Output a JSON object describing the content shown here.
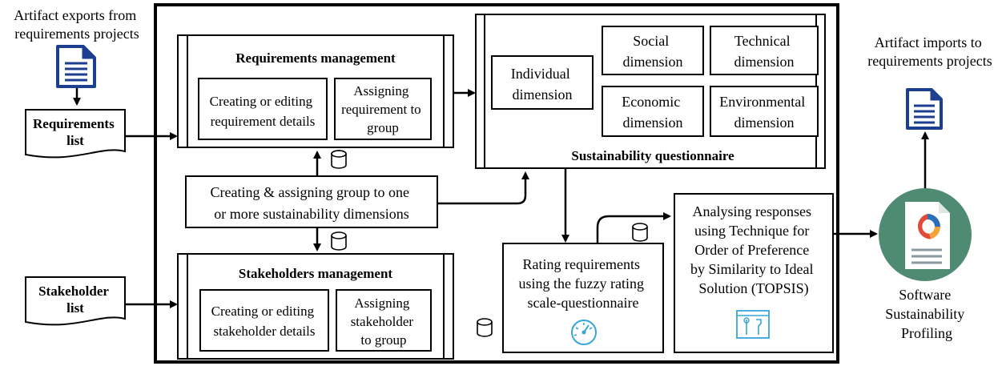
{
  "inputs": {
    "artifact_exports": [
      "Artifact exports from",
      "requirements projects"
    ],
    "requirements_list": [
      "Requirements",
      "list"
    ],
    "stakeholder_list": [
      "Stakeholder",
      "list"
    ]
  },
  "requirements_management": {
    "title": "Requirements management",
    "sub1": [
      "Creating or editing",
      "requirement details"
    ],
    "sub2": [
      "Assigning",
      "requirement to",
      "group"
    ]
  },
  "group_assignment": [
    "Creating & assigning group to one",
    "or more sustainability dimensions"
  ],
  "stakeholders_management": {
    "title": "Stakeholders management",
    "sub1": [
      "Creating or editing",
      "stakeholder details"
    ],
    "sub2": [
      "Assigning",
      "stakeholder",
      "to group"
    ]
  },
  "sustainability_questionnaire": {
    "title": "Sustainability questionnaire",
    "dimensions": {
      "individual": [
        "Individual",
        "dimension"
      ],
      "social": [
        "Social",
        "dimension"
      ],
      "technical": [
        "Technical",
        "dimension"
      ],
      "economic": [
        "Economic",
        "dimension"
      ],
      "environmental": [
        "Environmental",
        "dimension"
      ]
    }
  },
  "rating": [
    "Rating requirements",
    "using the fuzzy rating",
    "scale-questionnaire"
  ],
  "analysing": [
    "Analysing responses",
    "using Technique for",
    "Order of Preference",
    "by Similarity to Ideal",
    "Solution (TOPSIS)"
  ],
  "outputs": {
    "artifact_imports": [
      "Artifact imports to",
      "requirements projects"
    ],
    "profiling": [
      "Software",
      "Sustainability",
      "Profiling"
    ]
  },
  "colors": {
    "document_blue": "#1d3f8f",
    "circle_green": "#4f8a73",
    "icon_cyan": "#35a6d8",
    "chart_red": "#e04b3a",
    "chart_orange": "#f3a33a",
    "chart_blue": "#2b6fb8"
  }
}
